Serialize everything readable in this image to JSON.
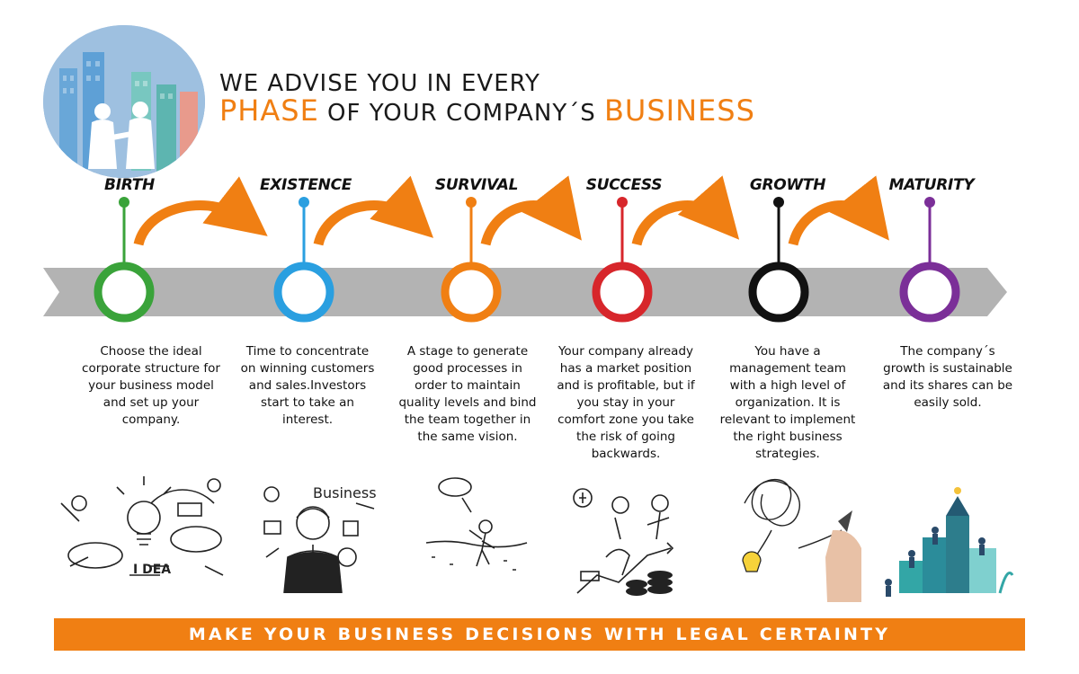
{
  "header": {
    "line1": "WE ADVISE YOU IN EVERY",
    "line2_accent1": "PHASE",
    "line2_mid": " OF YOUR COMPANY´S ",
    "line2_accent2": "BUSINESS"
  },
  "colors": {
    "accent_orange": "#f07f13",
    "band_gray": "#b3b3b3",
    "text_dark": "#111111"
  },
  "phases": [
    {
      "label": "BIRTH",
      "color": "#3aa33a",
      "icon": "idea-sketch-icon",
      "description": "Choose the ideal corporate  structure for your business model and set up your company."
    },
    {
      "label": "EXISTENCE",
      "color": "#2a9fe0",
      "icon": "businessman-sketch-icon",
      "description": "Time to concentrate on winning customers and sales.Investors start to take an interest."
    },
    {
      "label": "SURVIVAL",
      "color": "#f07f13",
      "icon": "sinking-man-sketch-icon",
      "description": "A stage to generate good processes in order to maintain quality levels and bind the team  together in the same vision."
    },
    {
      "label": "SUCCESS",
      "color": "#d7262b",
      "icon": "success-money-sketch-icon",
      "description": "Your company already has a market position and is profitable, but if you stay in your comfort zone you take the risk of going backwards."
    },
    {
      "label": "GROWTH",
      "color": "#111111",
      "icon": "tangled-lightbulb-icon",
      "description": "You have a management team with a high level of organization. It is relevant to implement the right business strategies."
    },
    {
      "label": "MATURITY",
      "color": "#7b2f98",
      "icon": "growth-stairs-icon",
      "description": "The company´s growth is sustainable and its shares can be easily sold."
    }
  ],
  "footer": {
    "text": "MAKE YOUR BUSINESS DECISIONS WITH LEGAL CERTAINTY"
  }
}
